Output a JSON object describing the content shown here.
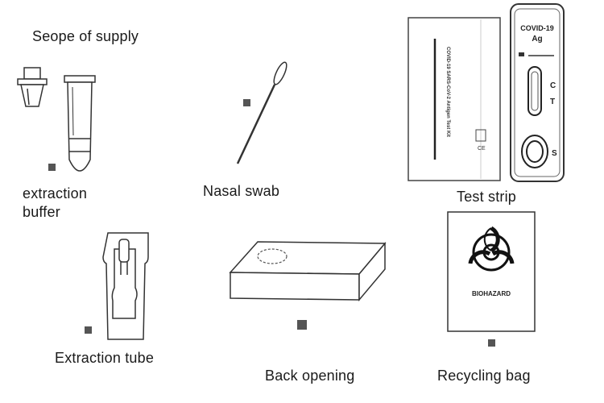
{
  "title": "Seope of supply",
  "items": {
    "extraction_buffer": {
      "label_line1": "extraction",
      "label_line2": "buffer"
    },
    "nasal_swab": {
      "label": "Nasal  swab"
    },
    "test_strip": {
      "label": "Test  strip",
      "cassette_line1": "COVID-19",
      "cassette_line2": "Ag",
      "marker_c": "C",
      "marker_t": "T",
      "marker_s": "S",
      "pouch_text": "COVID-19 SARS-CoV-2 Antigen Test Kit",
      "pouch_mark": "CE"
    },
    "extraction_tube": {
      "label": "Extraction  tube"
    },
    "back_opening": {
      "label": "Back  opening"
    },
    "recycling_bag": {
      "label": "Recycling  bag",
      "bag_text": "BIOHAZARD"
    }
  },
  "colors": {
    "ink": "#333333",
    "marker": "#555555"
  }
}
